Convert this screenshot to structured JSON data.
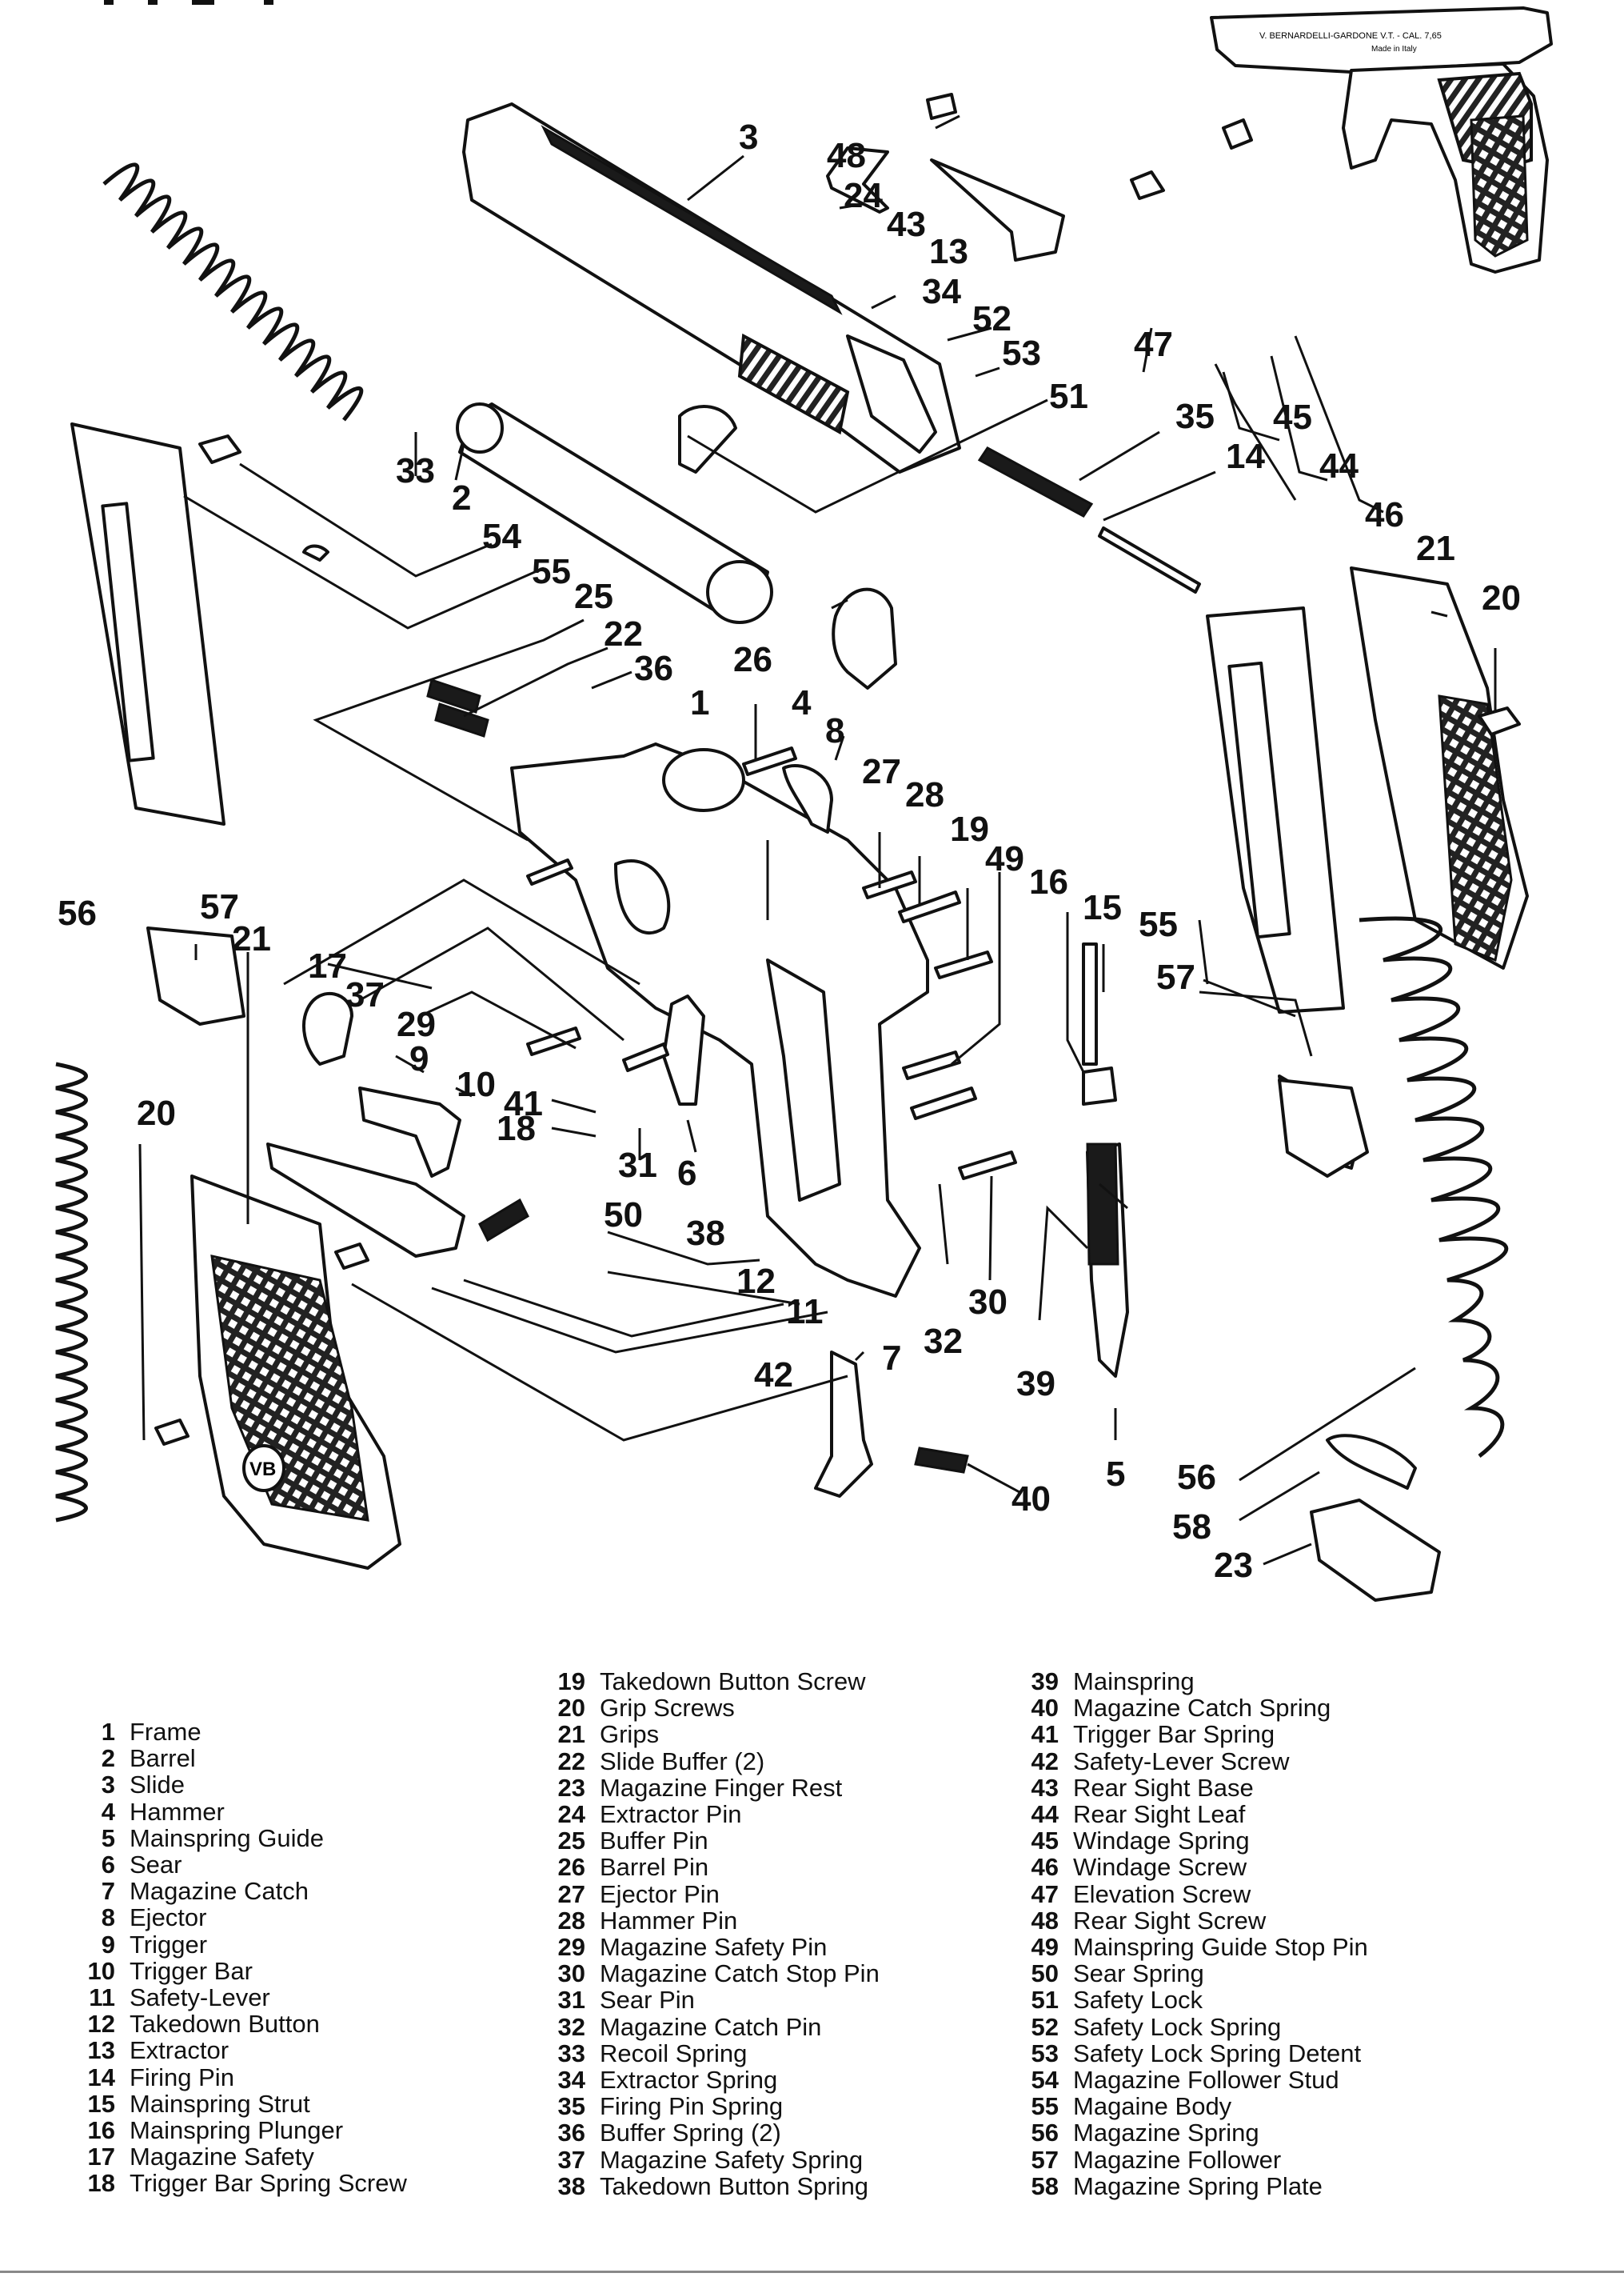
{
  "diagram": {
    "callouts": [
      {
        "id": "1",
        "text": "1"
      },
      {
        "id": "2",
        "text": "2"
      },
      {
        "id": "3",
        "text": "3"
      },
      {
        "id": "4",
        "text": "4"
      },
      {
        "id": "5",
        "text": "5"
      },
      {
        "id": "6",
        "text": "6"
      },
      {
        "id": "7",
        "text": "7"
      },
      {
        "id": "8",
        "text": "8"
      },
      {
        "id": "9",
        "text": "9"
      },
      {
        "id": "10",
        "text": "10"
      },
      {
        "id": "11",
        "text": "11"
      },
      {
        "id": "12",
        "text": "12"
      },
      {
        "id": "13",
        "text": "13"
      },
      {
        "id": "14",
        "text": "14"
      },
      {
        "id": "15",
        "text": "15"
      },
      {
        "id": "16",
        "text": "16"
      },
      {
        "id": "17",
        "text": "17"
      },
      {
        "id": "18",
        "text": "18"
      },
      {
        "id": "19",
        "text": "19"
      },
      {
        "id": "20a",
        "text": "20"
      },
      {
        "id": "20b",
        "text": "20"
      },
      {
        "id": "21a",
        "text": "21"
      },
      {
        "id": "21b",
        "text": "21"
      },
      {
        "id": "22",
        "text": "22"
      },
      {
        "id": "23",
        "text": "23"
      },
      {
        "id": "24",
        "text": "24"
      },
      {
        "id": "25",
        "text": "25"
      },
      {
        "id": "26",
        "text": "26"
      },
      {
        "id": "27",
        "text": "27"
      },
      {
        "id": "28",
        "text": "28"
      },
      {
        "id": "29",
        "text": "29"
      },
      {
        "id": "30",
        "text": "30"
      },
      {
        "id": "31",
        "text": "31"
      },
      {
        "id": "32",
        "text": "32"
      },
      {
        "id": "33",
        "text": "33"
      },
      {
        "id": "34",
        "text": "34"
      },
      {
        "id": "35",
        "text": "35"
      },
      {
        "id": "36",
        "text": "36"
      },
      {
        "id": "37",
        "text": "37"
      },
      {
        "id": "38",
        "text": "38"
      },
      {
        "id": "39",
        "text": "39"
      },
      {
        "id": "40",
        "text": "40"
      },
      {
        "id": "41",
        "text": "41"
      },
      {
        "id": "42",
        "text": "42"
      },
      {
        "id": "43",
        "text": "43"
      },
      {
        "id": "44",
        "text": "44"
      },
      {
        "id": "45",
        "text": "45"
      },
      {
        "id": "46",
        "text": "46"
      },
      {
        "id": "47",
        "text": "47"
      },
      {
        "id": "48",
        "text": "48"
      },
      {
        "id": "49",
        "text": "49"
      },
      {
        "id": "50",
        "text": "50"
      },
      {
        "id": "51",
        "text": "51"
      },
      {
        "id": "52",
        "text": "52"
      },
      {
        "id": "53",
        "text": "53"
      },
      {
        "id": "54",
        "text": "54"
      },
      {
        "id": "55a",
        "text": "55"
      },
      {
        "id": "55b",
        "text": "55"
      },
      {
        "id": "56a",
        "text": "56"
      },
      {
        "id": "56b",
        "text": "56"
      },
      {
        "id": "57a",
        "text": "57"
      },
      {
        "id": "57b",
        "text": "57"
      },
      {
        "id": "58",
        "text": "58"
      }
    ],
    "pistol_marking": "V. BERNARDELLI-GARDONE V.T. - CAL. 7,65",
    "pistol_marking2": "Made in Italy",
    "grip_logo": "VB"
  },
  "legend": {
    "col1": [
      {
        "num": "1",
        "label": "Frame"
      },
      {
        "num": "2",
        "label": "Barrel"
      },
      {
        "num": "3",
        "label": "Slide"
      },
      {
        "num": "4",
        "label": "Hammer"
      },
      {
        "num": "5",
        "label": "Mainspring Guide"
      },
      {
        "num": "6",
        "label": "Sear"
      },
      {
        "num": "7",
        "label": "Magazine Catch"
      },
      {
        "num": "8",
        "label": "Ejector"
      },
      {
        "num": "9",
        "label": "Trigger"
      },
      {
        "num": "10",
        "label": "Trigger Bar"
      },
      {
        "num": "11",
        "label": "Safety-Lever"
      },
      {
        "num": "12",
        "label": "Takedown Button"
      },
      {
        "num": "13",
        "label": "Extractor"
      },
      {
        "num": "14",
        "label": "Firing Pin"
      },
      {
        "num": "15",
        "label": "Mainspring Strut"
      },
      {
        "num": "16",
        "label": "Mainspring Plunger"
      },
      {
        "num": "17",
        "label": "Magazine Safety"
      },
      {
        "num": "18",
        "label": "Trigger  Bar Spring Screw"
      }
    ],
    "col2": [
      {
        "num": "19",
        "label": "Takedown Button Screw"
      },
      {
        "num": "20",
        "label": "Grip Screws"
      },
      {
        "num": "21",
        "label": "Grips"
      },
      {
        "num": "22",
        "label": "Slide Buffer (2)"
      },
      {
        "num": "23",
        "label": "Magazine Finger Rest"
      },
      {
        "num": "24",
        "label": "Extractor Pin"
      },
      {
        "num": "25",
        "label": "Buffer Pin"
      },
      {
        "num": "26",
        "label": "Barrel Pin"
      },
      {
        "num": "27",
        "label": "Ejector Pin"
      },
      {
        "num": "28",
        "label": "Hammer Pin"
      },
      {
        "num": "29",
        "label": "Magazine Safety Pin"
      },
      {
        "num": "30",
        "label": "Magazine Catch Stop Pin"
      },
      {
        "num": "31",
        "label": "Sear Pin"
      },
      {
        "num": "32",
        "label": "Magazine Catch Pin"
      },
      {
        "num": "33",
        "label": "Recoil Spring"
      },
      {
        "num": "34",
        "label": "Extractor Spring"
      },
      {
        "num": "35",
        "label": "Firing Pin Spring"
      },
      {
        "num": "36",
        "label": "Buffer Spring (2)"
      },
      {
        "num": "37",
        "label": "Magazine Safety Spring"
      },
      {
        "num": "38",
        "label": "Takedown Button Spring"
      }
    ],
    "col3": [
      {
        "num": "39",
        "label": "Mainspring"
      },
      {
        "num": "40",
        "label": "Magazine Catch Spring"
      },
      {
        "num": "41",
        "label": "Trigger Bar Spring"
      },
      {
        "num": "42",
        "label": "Safety-Lever Screw"
      },
      {
        "num": "43",
        "label": "Rear Sight Base"
      },
      {
        "num": "44",
        "label": "Rear Sight Leaf"
      },
      {
        "num": "45",
        "label": "Windage Spring"
      },
      {
        "num": "46",
        "label": "Windage Screw"
      },
      {
        "num": "47",
        "label": "Elevation Screw"
      },
      {
        "num": "48",
        "label": "Rear Sight Screw"
      },
      {
        "num": "49",
        "label": "Mainspring Guide Stop Pin"
      },
      {
        "num": "50",
        "label": "Sear Spring"
      },
      {
        "num": "51",
        "label": "Safety Lock"
      },
      {
        "num": "52",
        "label": "Safety Lock Spring"
      },
      {
        "num": "53",
        "label": "Safety Lock Spring Detent"
      },
      {
        "num": "54",
        "label": "Magazine Follower Stud"
      },
      {
        "num": "55",
        "label": "Magaine Body"
      },
      {
        "num": "56",
        "label": "Magazine Spring"
      },
      {
        "num": "57",
        "label": "Magazine Follower"
      },
      {
        "num": "58",
        "label": "Magazine Spring Plate"
      }
    ]
  }
}
